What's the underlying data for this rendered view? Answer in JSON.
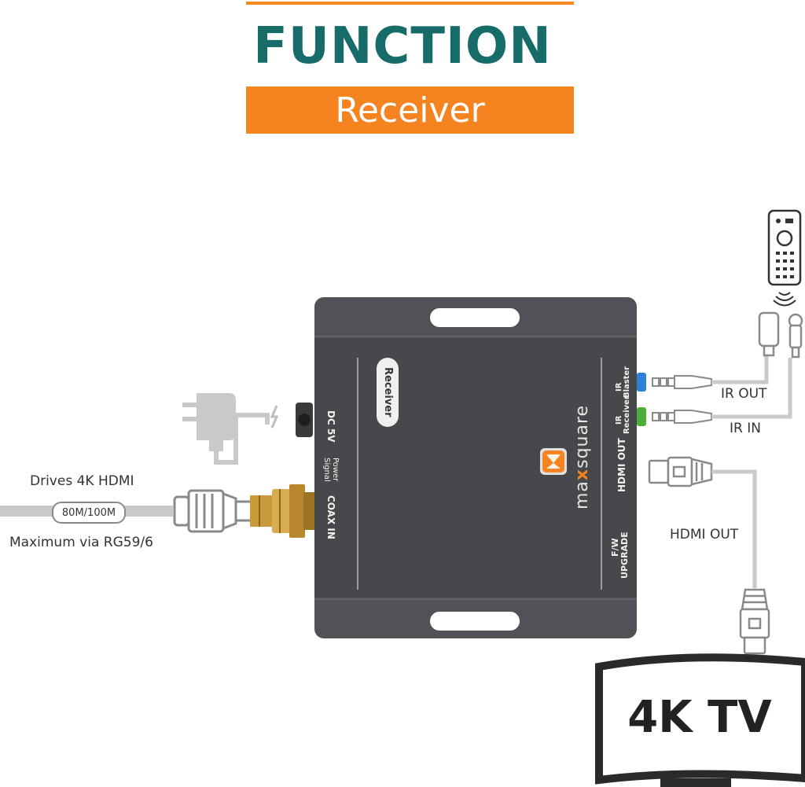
{
  "header": {
    "title": "FUNCTION",
    "subtitle": "Receiver"
  },
  "device": {
    "tag": "Receiver",
    "brand_prefix": "ma",
    "brand_x": "x",
    "brand_suffix": "square",
    "ports": {
      "dc": "DC 5V",
      "power_signal_line1": "Power",
      "power_signal_line2": "Signal",
      "coax_in": "COAX IN",
      "ir_blaster_line1": "IR",
      "ir_blaster_line2": "Blaster",
      "ir_receiver_line1": "IR",
      "ir_receiver_line2": "Receiver",
      "hdmi_out": "HDMI OUT",
      "fw_line1": "F/W",
      "fw_line2": "UPGRADE"
    }
  },
  "labels": {
    "drives": "Drives 4K HDMI",
    "distance": "80M/100M",
    "maximum": "Maximum via RG59/6",
    "ir_out": "IR OUT",
    "ir_in": "IR IN",
    "hdmi_out": "HDMI OUT",
    "tv": "4K TV"
  },
  "colors": {
    "accent_orange": "#f5831f",
    "title_teal": "#176b69",
    "device_body": "#4a4c50",
    "ir_blaster_jack": "#2f7fd6",
    "ir_receiver_jack": "#4caf3c"
  },
  "icons": [
    "power-adapter-icon",
    "lightning-icon",
    "remote-control-icon",
    "ir-signal-icon",
    "ir-blaster-icon",
    "ir-receiver-icon",
    "hdmi-plug-icon",
    "bnc-connector-icon",
    "tv-icon",
    "logo-icon"
  ]
}
